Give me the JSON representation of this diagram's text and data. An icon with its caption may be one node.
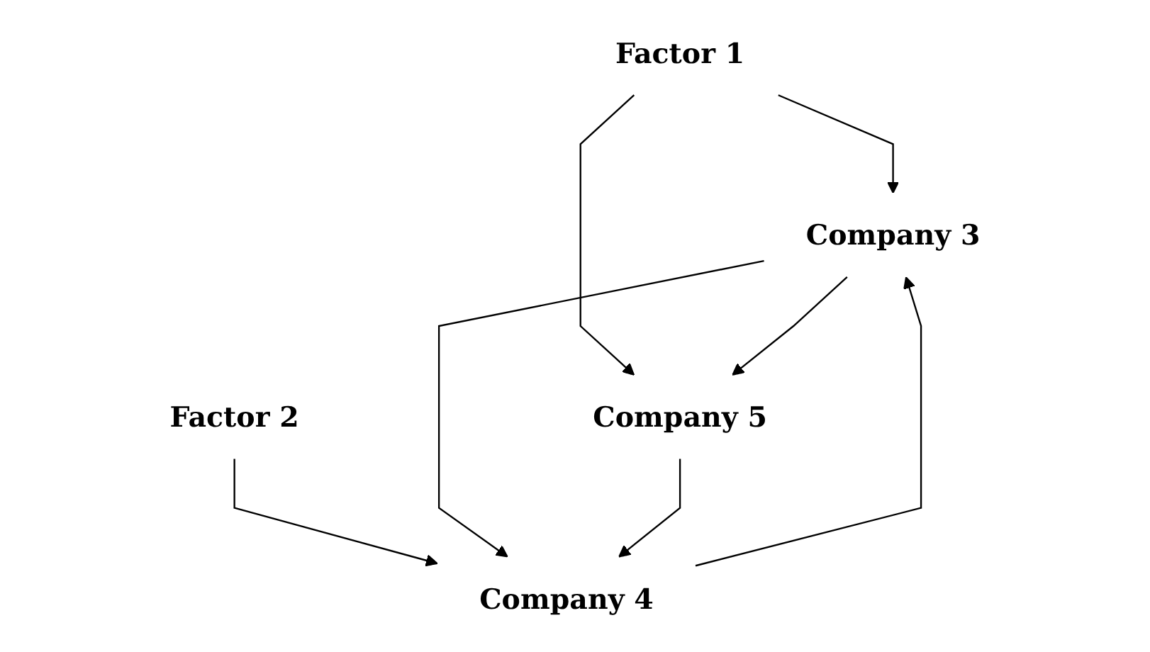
{
  "diagram": {
    "nodes": [
      {
        "text": [
          "Factor 1"
        ]
      },
      {
        "text": [
          "Factor 2"
        ]
      },
      {
        "text": [
          "Company 3"
        ]
      },
      {
        "text": [
          "Company 4"
        ]
      },
      {
        "text": [
          "Company 5"
        ]
      }
    ],
    "edges": [
      {
        "from": 0,
        "to": 2,
        "arrow": "to"
      },
      {
        "from": 0,
        "to": 4,
        "arrow": "to"
      },
      {
        "from": 1,
        "to": 3,
        "arrow": "to"
      },
      {
        "from": 3,
        "to": 2,
        "arrow": "to"
      },
      {
        "from": 2,
        "to": 3,
        "arrow": "to"
      },
      {
        "from": 2,
        "to": 4,
        "arrow": "to"
      },
      {
        "from": 4,
        "to": 3,
        "arrow": "to"
      }
    ]
  }
}
